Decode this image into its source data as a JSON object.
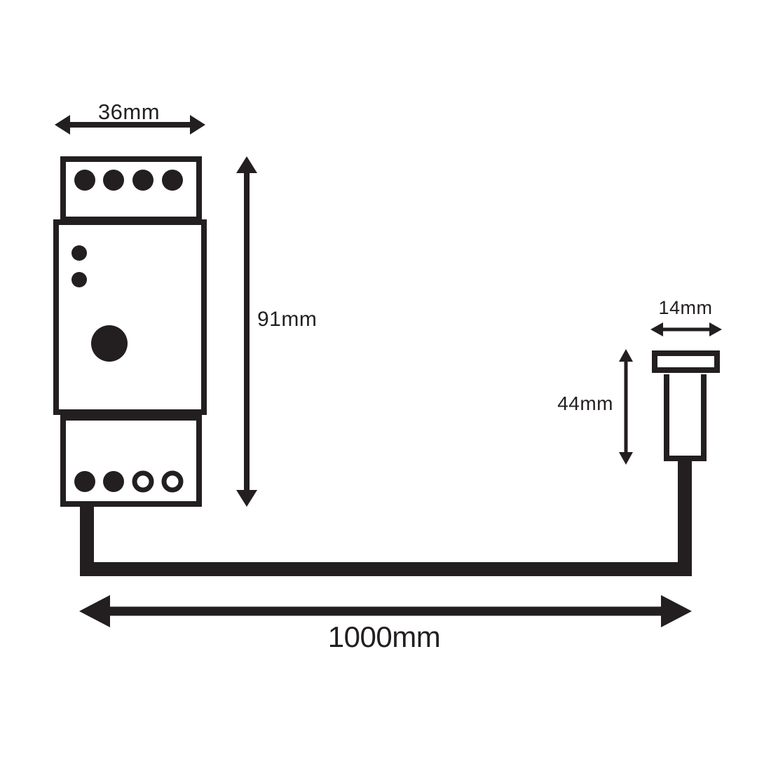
{
  "page": {
    "background_color": "#ffffff",
    "ink_color": "#231f20"
  },
  "diagram": {
    "type": "technical-dimension-drawing",
    "parts": {
      "din_module": "din-rail-module",
      "probe": "sensor-probe",
      "cable": "connecting-cable"
    },
    "dimensions": {
      "module_width": {
        "label": "36mm",
        "value_mm": 36,
        "orientation": "horizontal"
      },
      "module_height": {
        "label": "91mm",
        "value_mm": 91,
        "orientation": "vertical"
      },
      "probe_width": {
        "label": "14mm",
        "value_mm": 14,
        "orientation": "horizontal"
      },
      "probe_height": {
        "label": "44mm",
        "value_mm": 44,
        "orientation": "vertical"
      },
      "cable_length": {
        "label": "1000mm",
        "value_mm": 1000,
        "orientation": "horizontal"
      }
    }
  }
}
